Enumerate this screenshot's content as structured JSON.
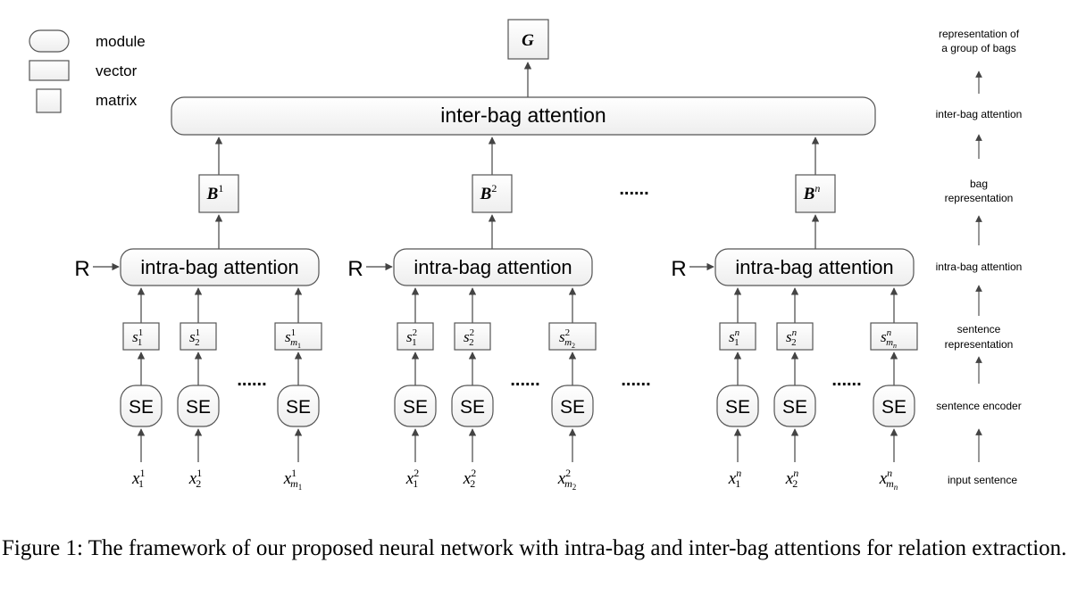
{
  "legend": {
    "module": "module",
    "vector": "vector",
    "matrix": "matrix"
  },
  "top_output": "G",
  "inter_bag": "inter-bag attention",
  "bags": [
    {
      "rep": "B",
      "sup": "1",
      "relation": "R",
      "intra": "intra-bag attention",
      "sentences": [
        {
          "s_sub": "1",
          "s_sup": "1",
          "s_subsub": "",
          "x_sub": "1",
          "x_subsub": "",
          "x_sup": "1"
        },
        {
          "s_sub": "2",
          "s_sup": "1",
          "s_subsub": "",
          "x_sub": "2",
          "x_subsub": "",
          "x_sup": "1"
        },
        {
          "s_sub": "m",
          "s_sup": "1",
          "s_subsub": "1",
          "x_sub": "m",
          "x_subsub": "1",
          "x_sup": "1"
        }
      ],
      "encoder": "SE",
      "ellipsis": "......"
    },
    {
      "rep": "B",
      "sup": "2",
      "relation": "R",
      "intra": "intra-bag attention",
      "sentences": [
        {
          "s_sub": "1",
          "s_sup": "2",
          "s_subsub": "",
          "x_sub": "1",
          "x_subsub": "",
          "x_sup": "2"
        },
        {
          "s_sub": "2",
          "s_sup": "2",
          "s_subsub": "",
          "x_sub": "2",
          "x_subsub": "",
          "x_sup": "2"
        },
        {
          "s_sub": "m",
          "s_sup": "2",
          "s_subsub": "2",
          "x_sub": "m",
          "x_subsub": "2",
          "x_sup": "2"
        }
      ],
      "encoder": "SE",
      "ellipsis": "......"
    },
    {
      "rep": "B",
      "sup": "n",
      "relation": "R",
      "intra": "intra-bag attention",
      "sentences": [
        {
          "s_sub": "1",
          "s_sup": "n",
          "s_subsub": "",
          "x_sub": "1",
          "x_subsub": "",
          "x_sup": "n"
        },
        {
          "s_sub": "2",
          "s_sup": "n",
          "s_subsub": "",
          "x_sub": "2",
          "x_subsub": "",
          "x_sup": "n"
        },
        {
          "s_sub": "m",
          "s_sup": "n",
          "s_subsub": "n",
          "x_sub": "m",
          "x_subsub": "n",
          "x_sup": "n"
        }
      ],
      "encoder": "SE",
      "ellipsis": "......"
    }
  ],
  "between_bags_ellipsis_top": "......",
  "between_bags_ellipsis_bottom": "......",
  "right_labels": {
    "group_rep_line1": "representation of",
    "group_rep_line2": "a group of bags",
    "inter_bag": "inter-bag attention",
    "bag_rep_line1": "bag",
    "bag_rep_line2": "representation",
    "intra_bag": "intra-bag attention",
    "sent_rep_line1": "sentence",
    "sent_rep_line2": "representation",
    "sent_encoder": "sentence encoder",
    "input": "input sentence"
  },
  "caption": "Figure 1: The framework of our proposed neural network with intra-bag and inter-bag attentions for relation extraction."
}
